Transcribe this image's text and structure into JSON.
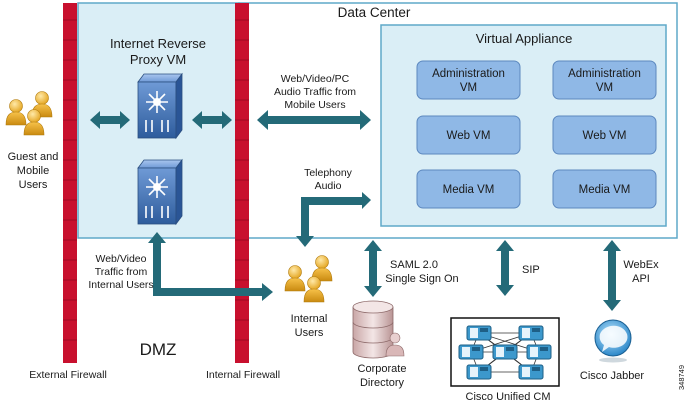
{
  "labels": {
    "data_center": "Data Center",
    "irp_line1": "Internet Reverse",
    "irp_line2": "Proxy VM",
    "va_title": "Virtual Appliance",
    "mobile_traffic_line1": "Web/Video/PC",
    "mobile_traffic_line2": "Audio Traffic from",
    "mobile_traffic_line3": "Mobile Users",
    "guest_line1": "Guest and",
    "guest_line2": "Mobile",
    "guest_line3": "Users",
    "telephony_line1": "Telephony",
    "telephony_line2": "Audio",
    "internal_traffic_line1": "Web/Video",
    "internal_traffic_line2": "Traffic from",
    "internal_traffic_line3": "Internal Users",
    "dmz": "DMZ",
    "internal_users_line1": "Internal",
    "internal_users_line2": "Users",
    "saml_line1": "SAML 2.0",
    "saml_line2": "Single Sign On",
    "corp_dir_line1": "Corporate",
    "corp_dir_line2": "Directory",
    "sip": "SIP",
    "webex_line1": "WebEx",
    "webex_line2": "API",
    "cucm": "Cisco Unified CM",
    "jabber": "Cisco Jabber",
    "external_firewall": "External Firewall",
    "internal_firewall": "Internal Firewall",
    "figure_id": "348749"
  },
  "vms": [
    {
      "line1": "Administration",
      "line2": "VM"
    },
    {
      "line1": "Administration",
      "line2": "VM"
    },
    {
      "line1": "Web VM",
      "line2": ""
    },
    {
      "line1": "Web VM",
      "line2": ""
    },
    {
      "line1": "Media VM",
      "line2": ""
    },
    {
      "line1": "Media VM",
      "line2": ""
    }
  ],
  "colors": {
    "firewall": "#c8102e",
    "dmz_fill": "#daeef6",
    "zone_border": "#5fa9c8",
    "vm_fill": "#8fb8e6",
    "arrow": "#246a78",
    "switch": "#3f6fb0"
  }
}
